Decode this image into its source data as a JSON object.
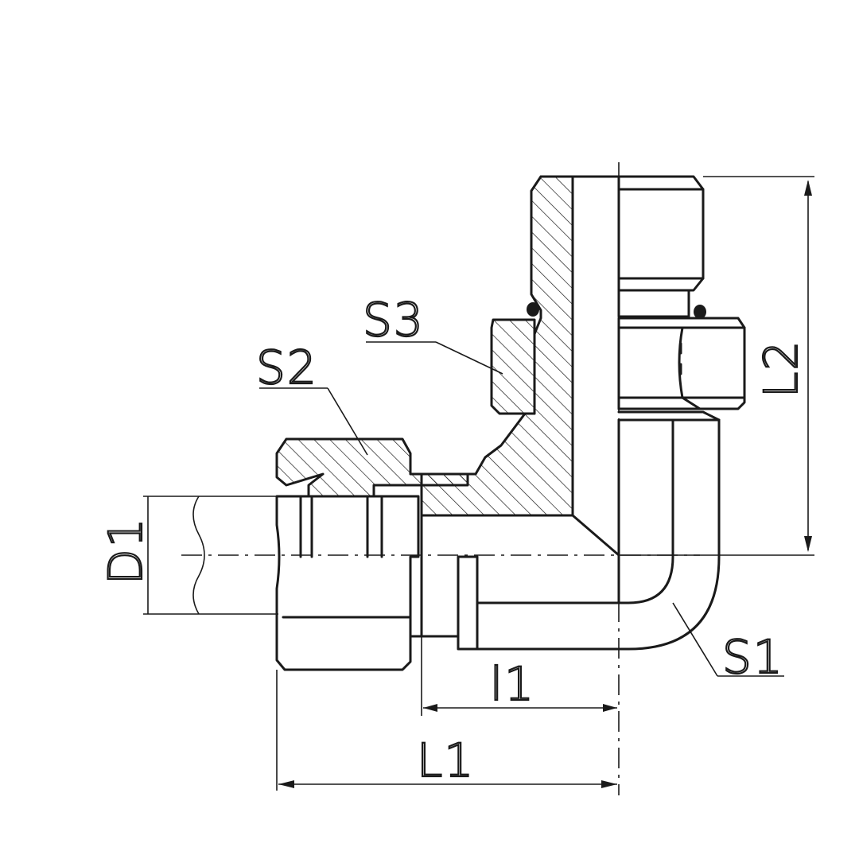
{
  "labels": {
    "s1": "S1",
    "s2": "S2",
    "s3": "S3",
    "d1": "D1",
    "l1": "L1",
    "l1_small": "l1",
    "l2": "L2"
  },
  "colors": {
    "line": "#1a1a1a",
    "background": "#ffffff"
  }
}
